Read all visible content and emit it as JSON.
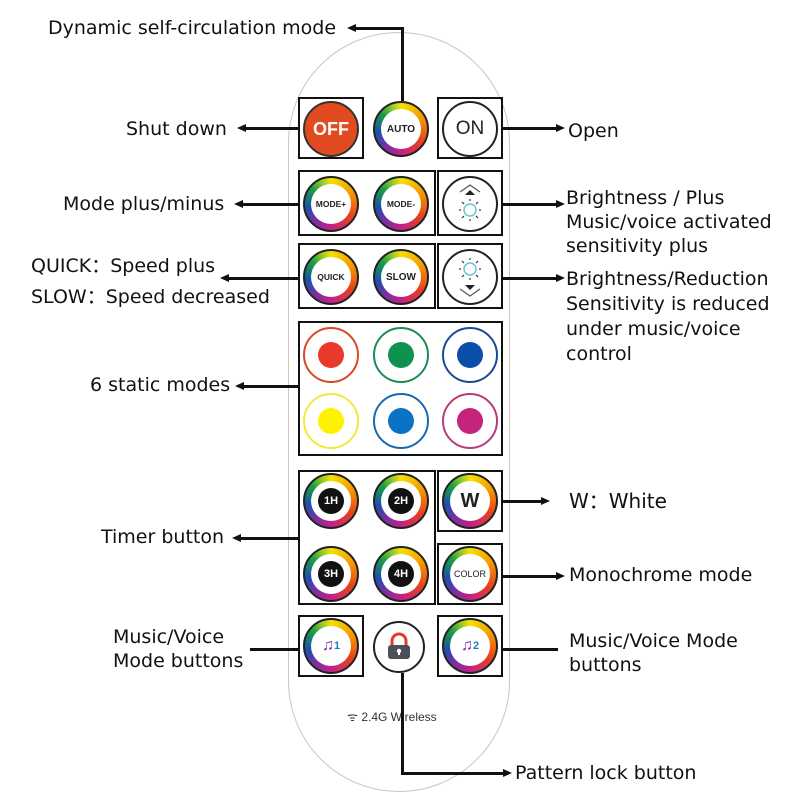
{
  "labels": {
    "auto": "Dynamic self-circulation mode",
    "off": "Shut down",
    "on": "Open",
    "mode": "Mode plus/minus",
    "bright_up": [
      "Brightness / Plus",
      "Music/voice activated",
      "sensitivity plus"
    ],
    "quick": "QUICK：Speed plus",
    "slow": "SLOW：Speed decreased",
    "bright_down": [
      "Brightness/Reduction",
      "Sensitivity is reduced",
      "under music/voice",
      "control"
    ],
    "static": "6 static modes",
    "white": "W：White",
    "timer": "Timer button",
    "color": "Monochrome mode",
    "music1": [
      "Music/Voice",
      "Mode buttons"
    ],
    "music2": [
      "Music/Voice Mode",
      "buttons"
    ],
    "lock": "Pattern lock button"
  },
  "buttons": {
    "off": "OFF",
    "auto": "AUTO",
    "on": "ON",
    "mode_plus": "MODE+",
    "mode_minus": "MODE-",
    "quick": "QUICK",
    "slow": "SLOW",
    "h1": "1H",
    "h2": "2H",
    "h3": "3H",
    "h4": "4H",
    "w": "W",
    "color": "COLOR",
    "m1": "1",
    "m2": "2"
  },
  "static_colors": [
    {
      "name": "red",
      "fill": "#e8392a",
      "ring": "#d84a26"
    },
    {
      "name": "green",
      "fill": "#0f9150",
      "ring": "#1b8c55"
    },
    {
      "name": "blue",
      "fill": "#0a4fa8",
      "ring": "#184a99"
    },
    {
      "name": "yellow",
      "fill": "#fff200",
      "ring": "#f2ea38"
    },
    {
      "name": "sky-blue",
      "fill": "#0a73c4",
      "ring": "#1a69b0"
    },
    {
      "name": "magenta",
      "fill": "#c4247c",
      "ring": "#b83b7a"
    }
  ],
  "footer": "2.4G Wireless"
}
